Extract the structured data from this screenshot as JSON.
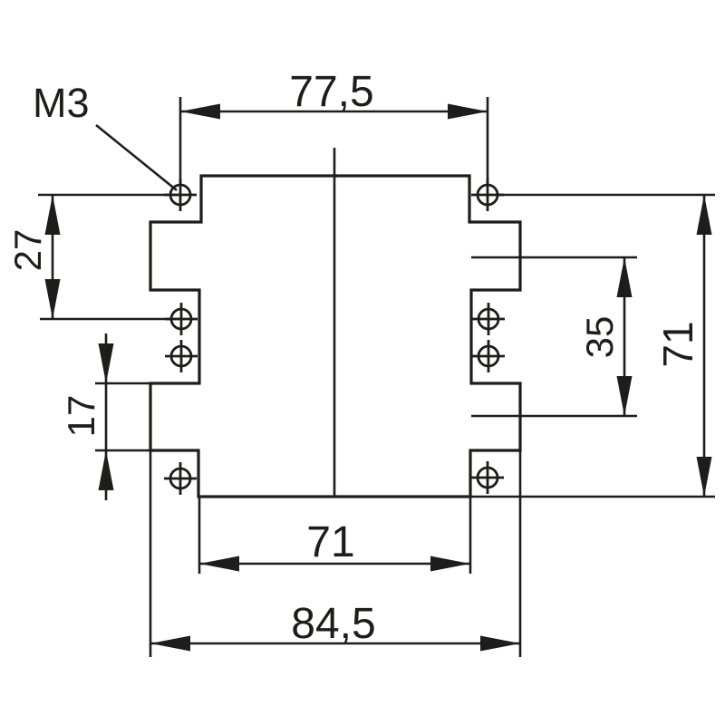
{
  "drawing": {
    "title": "panel-cutout-dimension-drawing",
    "thread_label": "M3",
    "dims": {
      "top_width": "77,5",
      "left_upper_offset": "27",
      "left_lower_notch": "17",
      "right_hole_spacing": "35",
      "right_overall_height": "71",
      "bottom_inner_width": "71",
      "bottom_outer_width": "84,5"
    },
    "colors": {
      "line": "#1d1d1b",
      "background": "#ffffff"
    }
  }
}
